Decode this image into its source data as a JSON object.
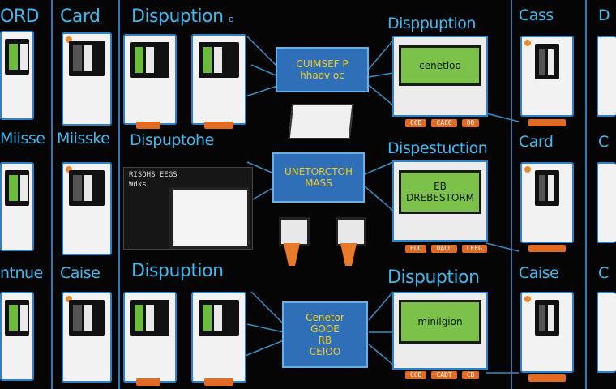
{
  "left_col": {
    "headers": [
      "ORD",
      "Miisse",
      "ntnue"
    ]
  },
  "col1": {
    "headers": [
      "Card",
      "Miisske",
      "Caise"
    ]
  },
  "col2": {
    "headers": [
      "Dispuption",
      "Dispuptohe",
      "Dispuption"
    ],
    "header_suffix": "o"
  },
  "monitor": {
    "title": "RISOHS EEGS",
    "subtitle": "Wdks"
  },
  "center": {
    "box1": {
      "line1": "CUIMSEF P",
      "line2": "hhaov oc"
    },
    "box2": {
      "line1": "UNETORCTOH",
      "line2": "MASS"
    },
    "box3": {
      "line1": "Cenetor",
      "line2": "GOOE",
      "line3": "RB",
      "line4": "CEIOO"
    }
  },
  "right_col": {
    "headers": [
      "Disppuption",
      "Dispestuction",
      "Dispuption"
    ],
    "screens": [
      {
        "lines": [
          "cenetloo"
        ]
      },
      {
        "lines": [
          "EB",
          "DREBESTORM"
        ]
      },
      {
        "lines": [
          "minilgion"
        ]
      }
    ],
    "footer_tags": [
      [
        "CCD",
        "CACO",
        "OO"
      ],
      [
        "EOD",
        "DACU",
        "CEEG"
      ],
      [
        "COD",
        "CADT",
        "CB"
      ]
    ]
  },
  "far_right": {
    "headers": [
      "Cass",
      "Card",
      "Caise"
    ],
    "edge_headers": [
      "D",
      "C",
      "C"
    ]
  },
  "colors": {
    "background": "#050505",
    "accent_blue": "#3fb8f0",
    "screen_green": "#7cc24a",
    "tag_orange": "#e26a23",
    "box_yellow_text": "#f2cb1e"
  }
}
